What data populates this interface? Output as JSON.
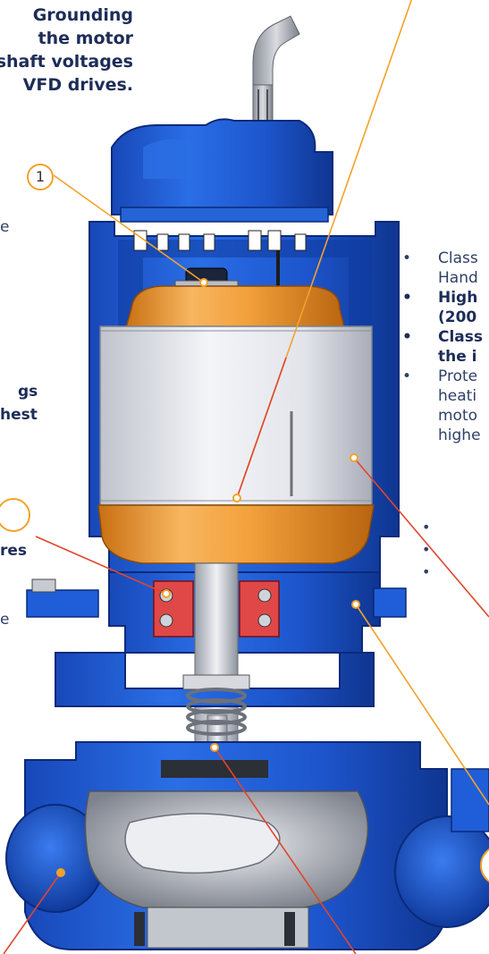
{
  "headline": [
    "Grounding",
    "the motor",
    "shaft voltages",
    "VFD drives."
  ],
  "left_fragments": [
    "e",
    "gs",
    "hest",
    "res",
    "e"
  ],
  "right_list": [
    {
      "line1": "Class",
      "line2": "Hand",
      "bold": false
    },
    {
      "line1": "High",
      "line2": "(200",
      "bold": true
    },
    {
      "line1": "Class",
      "line2": "the i",
      "bold": true
    },
    {
      "line1": "Prote",
      "line2": "heati",
      "line3": "moto",
      "line4": "highe",
      "bold": false
    }
  ],
  "badge_1": "1",
  "bullet_char": "•",
  "colors": {
    "housing_blue": "#1f5ed8",
    "housing_dark": "#0d2f88",
    "rotor_copper": "#f0a442",
    "stator_silver": "#e6e8ee",
    "bearing_red": "#e04848",
    "callout_orange": "#f3a22a",
    "text_navy": "#1d2d58"
  }
}
